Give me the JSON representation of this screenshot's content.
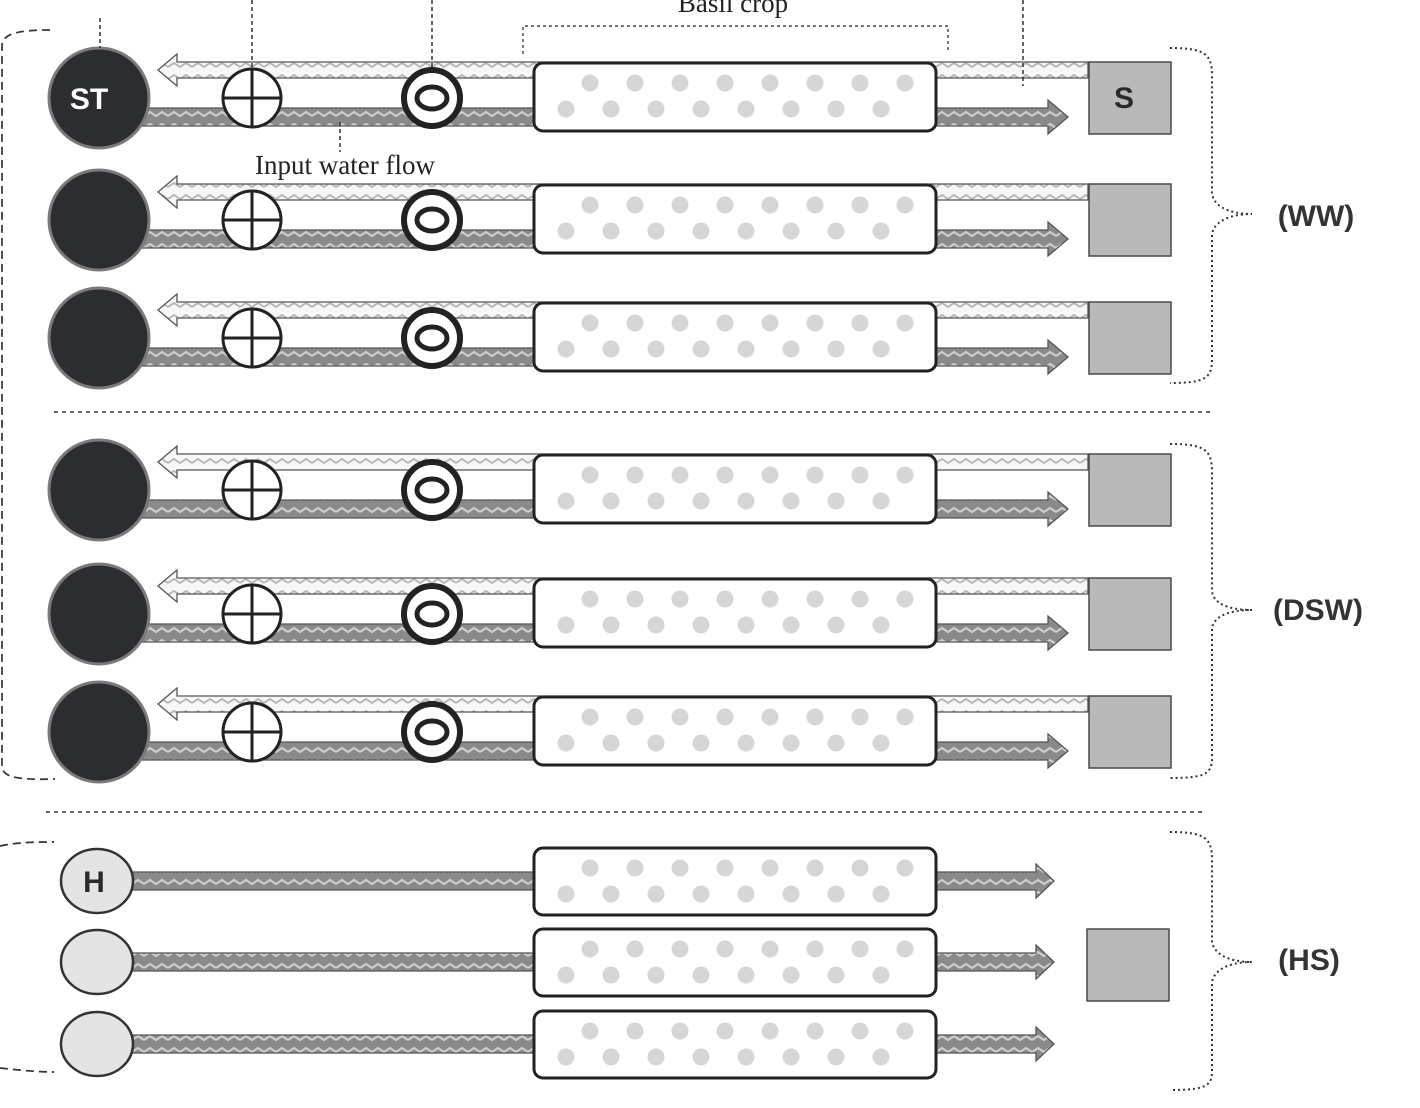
{
  "labels": {
    "top_crop": "Basil crop",
    "input_flow": "Input water flow"
  },
  "groups": [
    {
      "id": "ww",
      "label": "(WW)",
      "rows": [
        {
          "source_label": "ST",
          "sink_label": "S",
          "has_return": true,
          "has_valves": true,
          "source_style": "dark"
        },
        {
          "source_label": "",
          "sink_label": "",
          "has_return": true,
          "has_valves": true,
          "source_style": "dark"
        },
        {
          "source_label": "",
          "sink_label": "",
          "has_return": true,
          "has_valves": true,
          "source_style": "dark"
        }
      ]
    },
    {
      "id": "dsw",
      "label": "(DSW)",
      "rows": [
        {
          "source_label": "",
          "sink_label": "",
          "has_return": true,
          "has_valves": true,
          "source_style": "dark"
        },
        {
          "source_label": "",
          "sink_label": "",
          "has_return": true,
          "has_valves": true,
          "source_style": "dark"
        },
        {
          "source_label": "",
          "sink_label": "",
          "has_return": true,
          "has_valves": true,
          "source_style": "dark"
        }
      ]
    },
    {
      "id": "hs",
      "label": "(HS)",
      "rows": [
        {
          "source_label": "H",
          "sink_label": "",
          "has_return": false,
          "has_valves": false,
          "source_style": "light"
        },
        {
          "source_label": "",
          "sink_label": "",
          "has_return": false,
          "has_valves": false,
          "source_style": "light"
        },
        {
          "source_label": "",
          "sink_label": "",
          "has_return": false,
          "has_valves": false,
          "source_style": "light"
        }
      ]
    }
  ],
  "colors": {
    "source_dark": "#2b2d31",
    "source_light": "#e4e4e4",
    "sink_fill": "#b9b9b9",
    "pipe_input": "#8b8b8b",
    "pipe_return": "#f2f2f2",
    "dot": "#d6d6d6"
  }
}
